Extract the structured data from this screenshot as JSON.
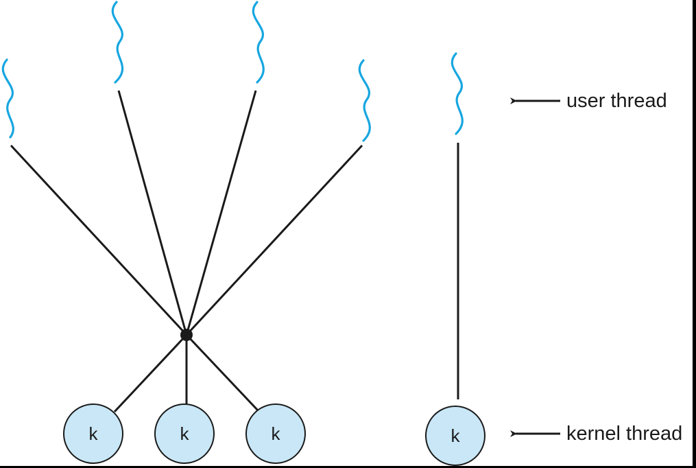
{
  "colors": {
    "user_thread": "#17a6e0",
    "kernel_fill": "#c9e7f7",
    "line": "#1a1a1a",
    "text": "#1a1a1a"
  },
  "diagram": {
    "title": "Many-to-many and one-to-one threading models",
    "user_thread_count_left": 4,
    "kernel_thread_count_left": 3,
    "kernel_labels": [
      "k",
      "k",
      "k",
      "k"
    ],
    "legend": {
      "user_thread": "user thread",
      "kernel_thread": "kernel thread"
    }
  }
}
